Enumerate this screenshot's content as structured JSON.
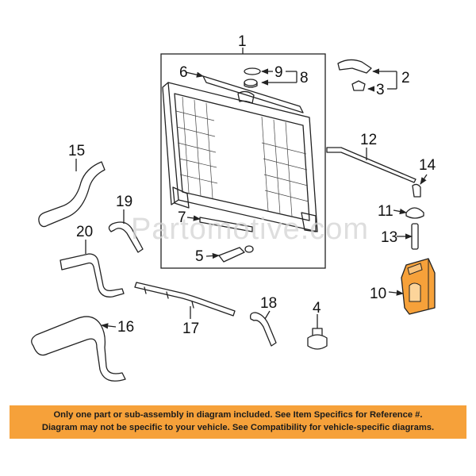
{
  "watermark": "Partomotive.com",
  "notice": {
    "line1": "Only one part or sub-assembly in diagram included. See Item Specifics for Reference #.",
    "line2": "Diagram may not be specific to your vehicle. See Compatibility for vehicle-specific diagrams."
  },
  "callouts": [
    "1",
    "2",
    "3",
    "4",
    "5",
    "6",
    "7",
    "8",
    "9",
    "10",
    "11",
    "12",
    "13",
    "14",
    "15",
    "16",
    "17",
    "18",
    "19",
    "20"
  ],
  "colors": {
    "highlight": "#f6a13a",
    "notice_background": "#f6a13a",
    "line": "#222222"
  }
}
